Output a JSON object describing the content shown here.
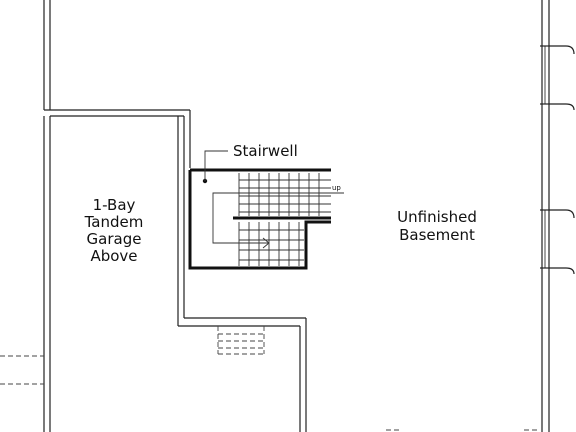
{
  "labels": {
    "stairwell": "Stairwell",
    "stair_direction": "up",
    "garage": [
      "1-Bay",
      "Tandem",
      "Garage",
      "Above"
    ],
    "basement": [
      "Unfinished",
      "Basement"
    ]
  },
  "colors": {
    "line": "#222222",
    "background": "#ffffff"
  },
  "icons": {
    "stair_arrow": "arrow-right-icon",
    "callout_marker": "dot-icon"
  }
}
